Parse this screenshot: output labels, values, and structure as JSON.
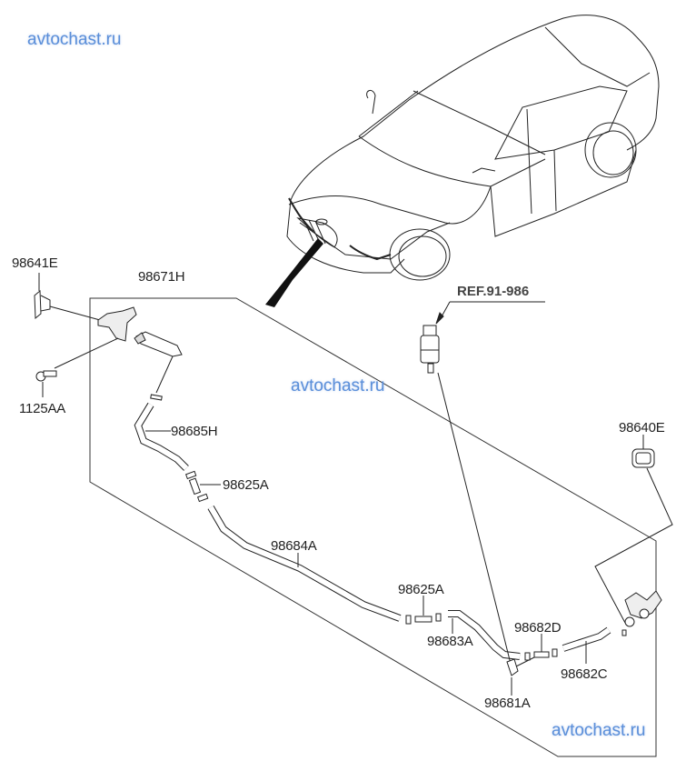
{
  "watermarks": [
    "avtochast.ru",
    "avtochast.ru",
    "avtochast.ru"
  ],
  "reference": "REF.91-986",
  "parts": {
    "p98641E": "98641E",
    "p98671H": "98671H",
    "p1125AA": "1125AA",
    "p98685H": "98685H",
    "p98625A_1": "98625A",
    "p98684A": "98684A",
    "p98625A_2": "98625A",
    "p98683A": "98683A",
    "p98682D": "98682D",
    "p98682C": "98682C",
    "p98681A": "98681A",
    "p98640E": "98640E"
  },
  "colors": {
    "watermark": "#5b8fd9",
    "line": "#222222",
    "background": "#ffffff"
  }
}
